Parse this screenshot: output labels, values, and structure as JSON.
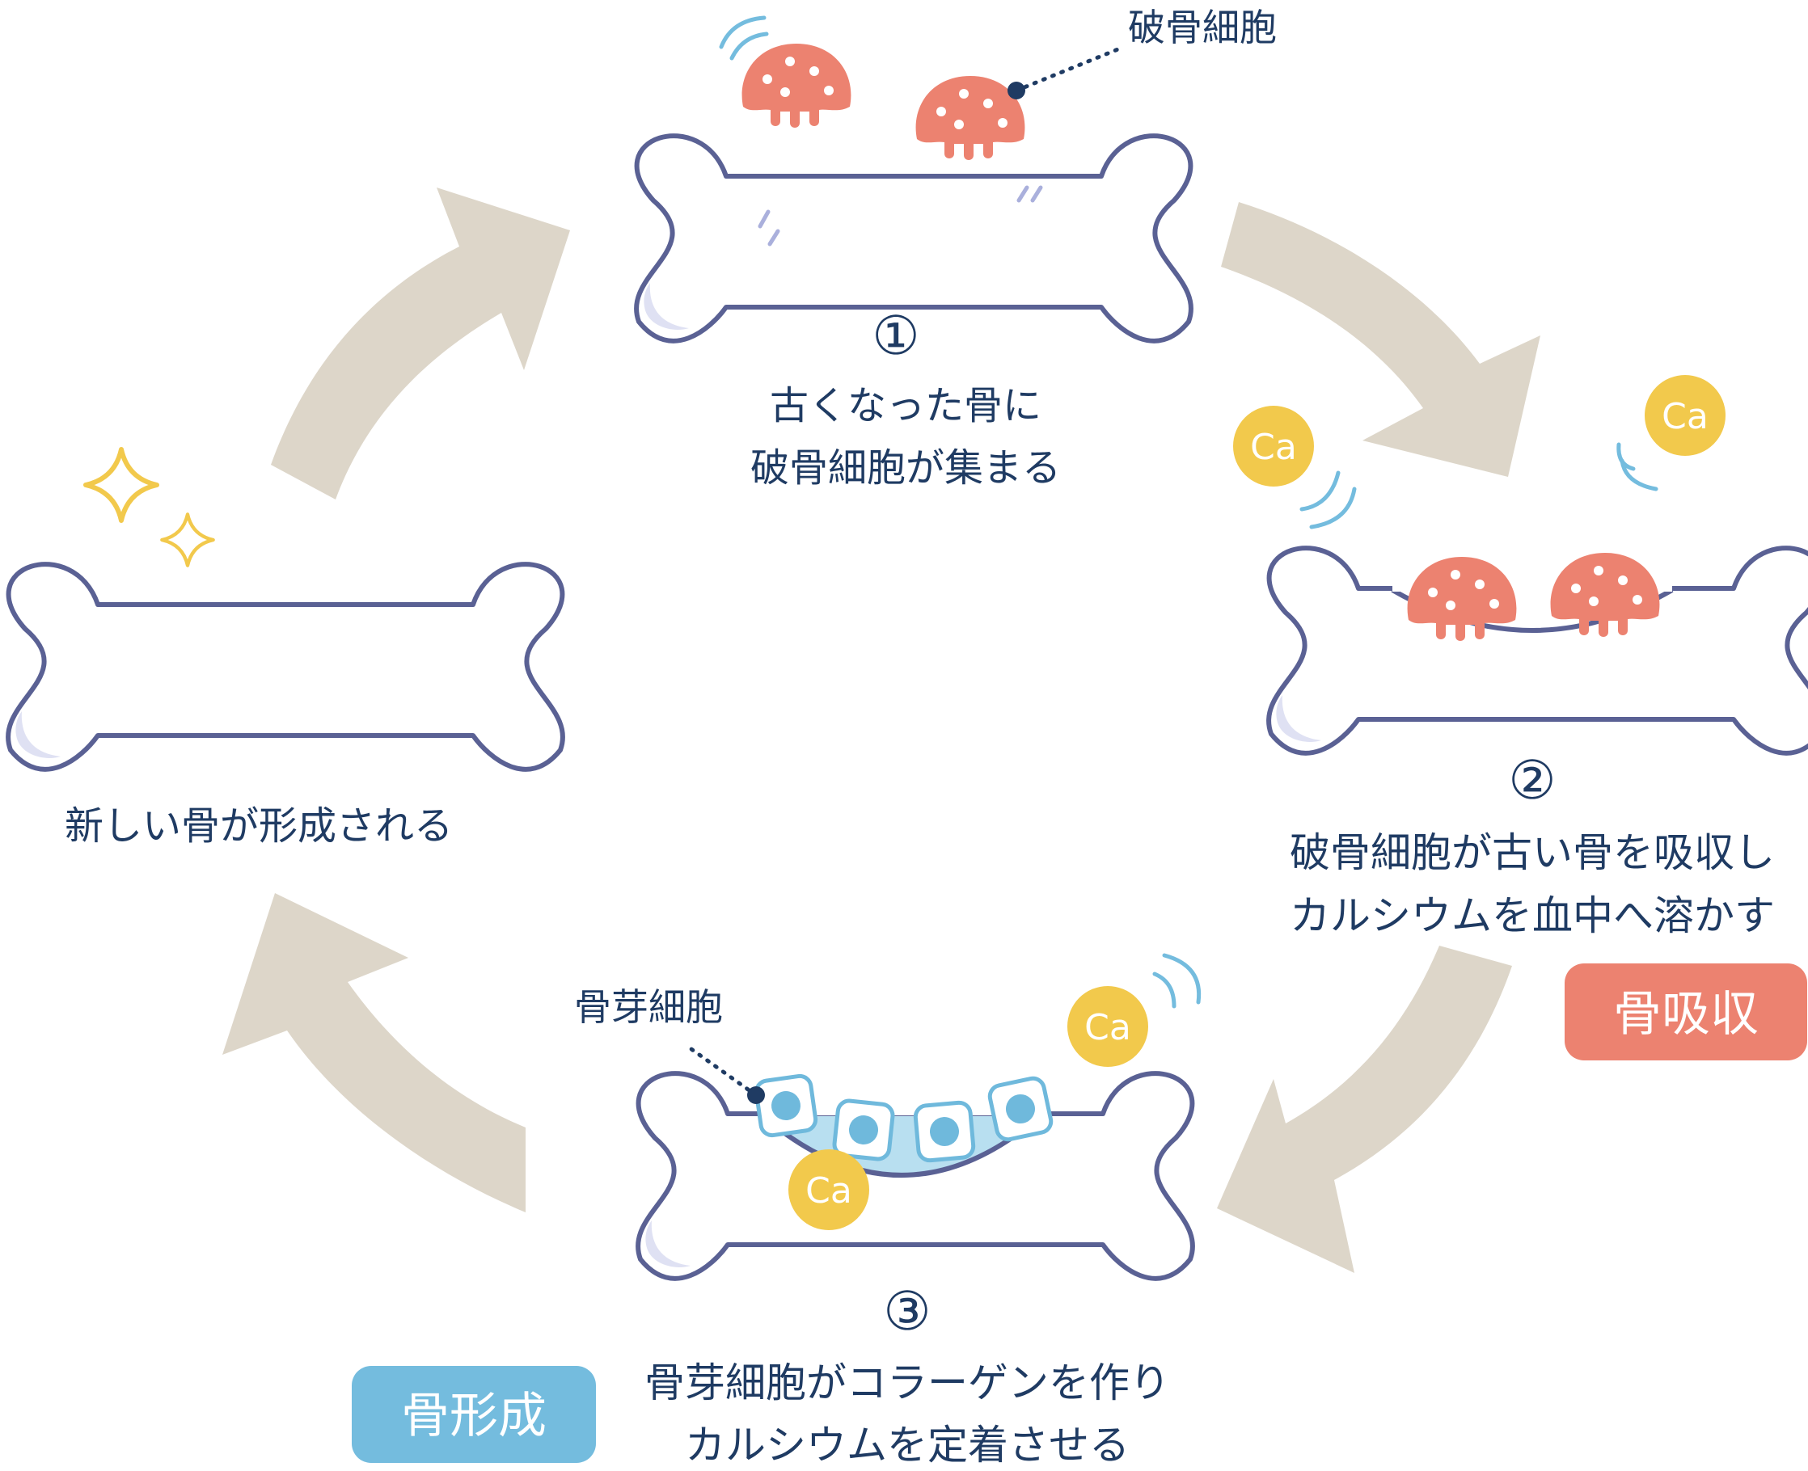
{
  "steps": [
    {
      "number": "①",
      "lines": [
        "古くなった骨に",
        "破骨細胞が集まる"
      ]
    },
    {
      "number": "②",
      "lines": [
        "破骨細胞が古い骨を吸収し",
        "カルシウムを血中へ溶かす"
      ]
    },
    {
      "number": "③",
      "lines": [
        "骨芽細胞がコラーゲンを作り",
        "カルシウムを定着させる"
      ]
    }
  ],
  "new_bone_caption": "新しい骨が形成される",
  "labels": {
    "osteoclast": "破骨細胞",
    "osteoblast": "骨芽細胞",
    "calcium": "Ca"
  },
  "badges": {
    "resorption": "骨吸収",
    "formation": "骨形成"
  },
  "colors": {
    "outline": "#5a6194",
    "arrow": "#ddd6c9",
    "osteoclast": "#ec8270",
    "calcium": "#f2c94c",
    "osteoblast": "#6fb9dc",
    "resorption_badge": "#ec8270",
    "formation_badge": "#74bcde",
    "sparkle": "#f2c94c",
    "text": "#1f3b63"
  }
}
